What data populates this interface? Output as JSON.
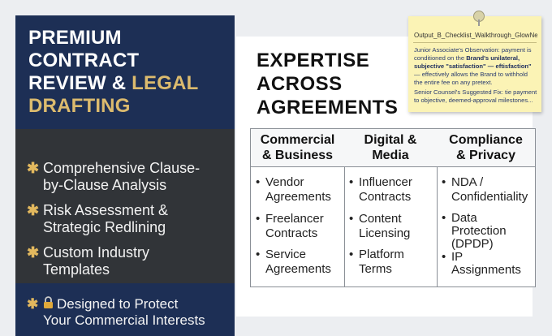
{
  "hero": {
    "title_line1": "PREMIUM",
    "title_line2": "CONTRACT",
    "title_line3a": "REVIEW & ",
    "title_line3b": "LEGAL",
    "title_line4": "DRAFTING"
  },
  "features": [
    {
      "line1": "Comprehensive Clause-",
      "line2": "by-Clause Analysis"
    },
    {
      "line1": "Risk Assessment &",
      "line2": "Strategic Redlining"
    },
    {
      "line1": "Custom Industry",
      "line2": "Templates"
    }
  ],
  "bullet_glyph": "✱",
  "bottom": {
    "line1": "Designed to Protect",
    "line2": "Your Commercial Interests"
  },
  "expertise": {
    "line1": "EXPERTISE",
    "line2": "ACROSS",
    "line3": "AGREEMENTS"
  },
  "table": {
    "columns": [
      {
        "header1": "Commercial",
        "header2": "& Business",
        "items": [
          [
            "Vendor",
            "Agreements"
          ],
          [
            "Freelancer",
            "Contracts"
          ],
          [
            "Service",
            "Agreements"
          ]
        ]
      },
      {
        "header1": "Digital &",
        "header2": "Media",
        "items": [
          [
            "Influencer",
            "Contracts"
          ],
          [
            "Content",
            "Licensing"
          ],
          [
            "Platform",
            "Terms"
          ]
        ]
      },
      {
        "header1": "Compliance",
        "header2": "& Privacy",
        "items": [
          [
            "NDA /",
            "Confidentiality"
          ],
          [
            "Data",
            "Protection",
            "(DPDP)"
          ],
          [
            "IP",
            "Assignments"
          ]
        ]
      }
    ]
  },
  "note": {
    "filename": "Output_B_Checklist_Walkthrough_GlowNest.docx",
    "obs_a": "Junior Associate's Observation: payment is conditioned on the ",
    "obs_b": "Brand's unilateral, subjective \"satisfaction\" — eftisfaction\"",
    "obs_c": " — effectively allows the Brand to withhold the entire fee on any pretext.",
    "fix": "Senior Counsel's Suggested Fix: tie payment to objective, deemed-approval milestones..."
  }
}
